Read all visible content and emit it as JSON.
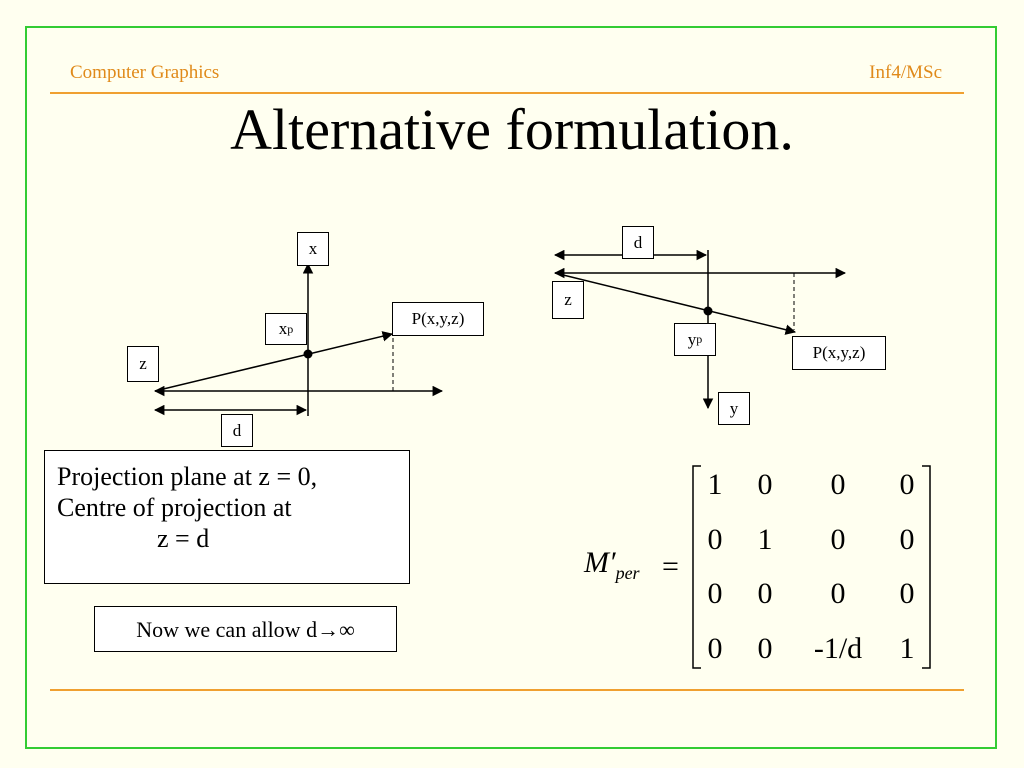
{
  "header": {
    "left": "Computer Graphics",
    "right": "Inf4/MSc"
  },
  "title": "Alternative formulation.",
  "left_diagram": {
    "x_label": "x",
    "xp_label": "x",
    "xp_sub": "p",
    "point_label": "P(x,y,z)",
    "z_label": "z",
    "d_label": "d"
  },
  "right_diagram": {
    "d_label": "d",
    "z_label": "z",
    "yp_label": "y",
    "yp_sub": "p",
    "point_label": "P(x,y,z)",
    "y_label": "y"
  },
  "projection_text": {
    "line1": "Projection plane at z = 0,",
    "line2": "Centre of projection at",
    "line3": "z  = d"
  },
  "note": "Now we can allow d→∞",
  "matrix": {
    "name": "M′",
    "subscript": "per",
    "equals": "=",
    "rows": [
      [
        "1",
        "0",
        "0",
        "0"
      ],
      [
        "0",
        "1",
        "0",
        "0"
      ],
      [
        "0",
        "0",
        "0",
        "0"
      ],
      [
        "0",
        "0",
        "-1/d",
        "1"
      ]
    ]
  },
  "colors": {
    "frame": "#33cc33",
    "accent": "#e08a1a",
    "background": "#fffff0"
  }
}
